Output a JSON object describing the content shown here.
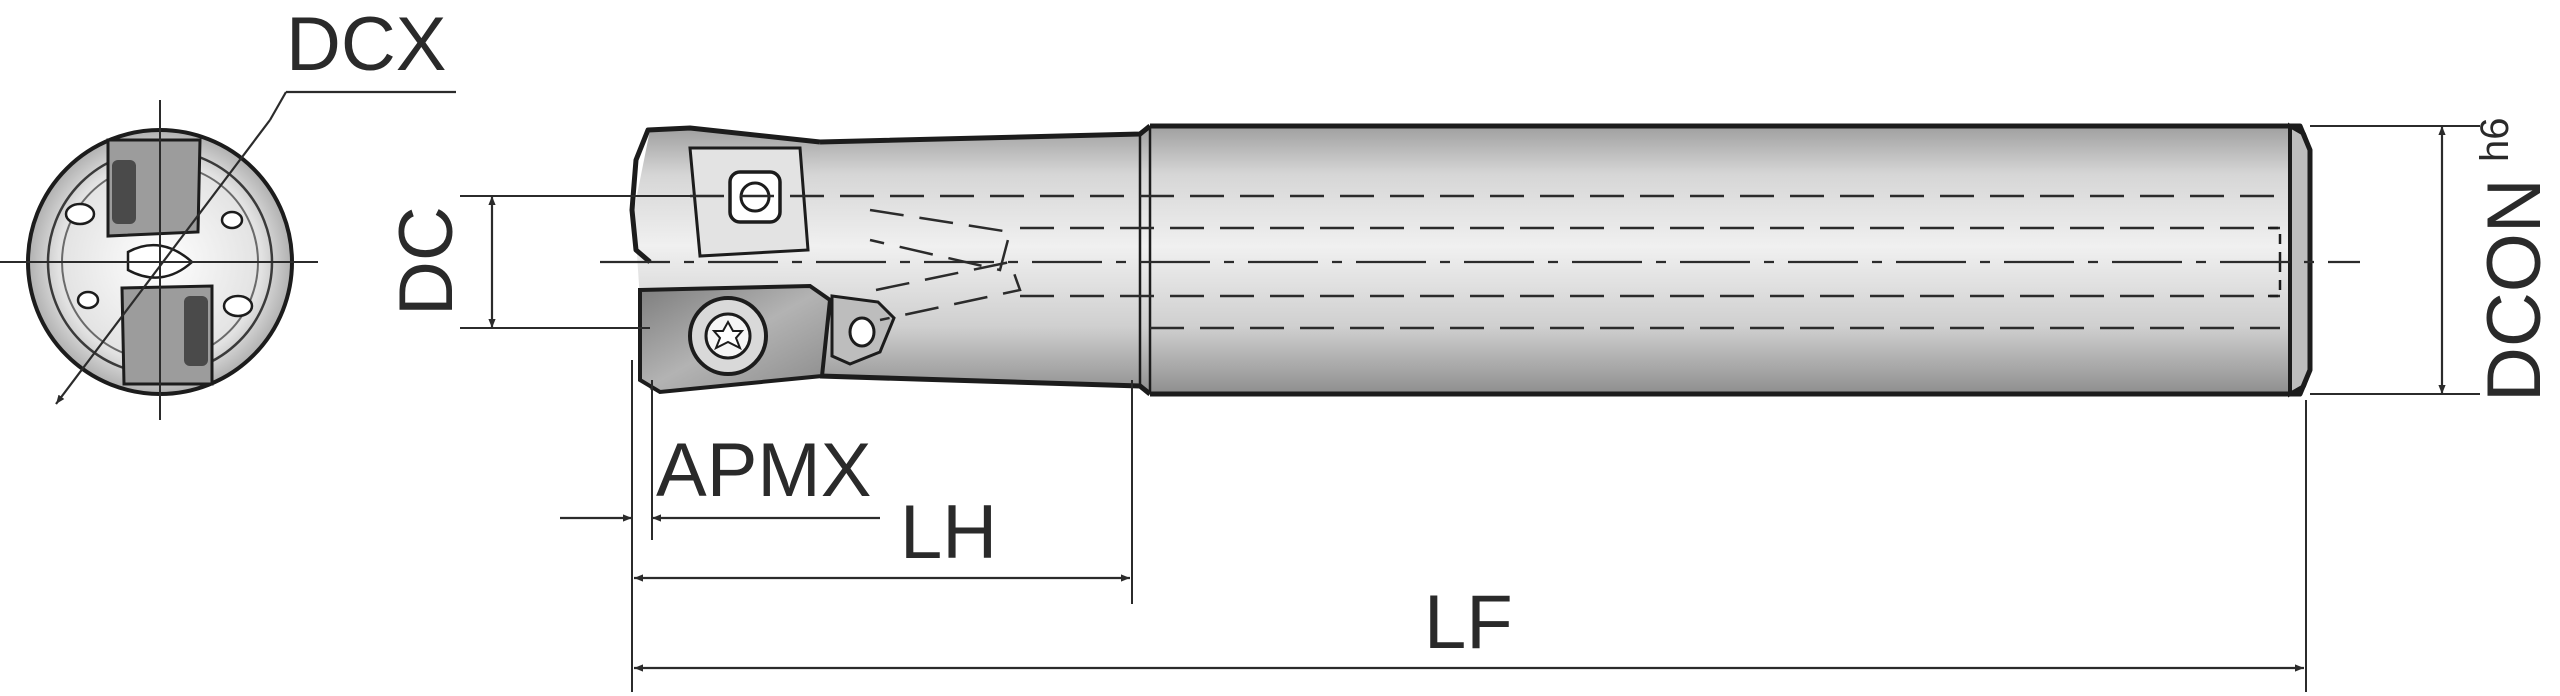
{
  "labels": {
    "dcx": "DCX",
    "dc": "DC",
    "dcon": "DCON",
    "dcon_tolerance": "h6",
    "apmx": "APMX",
    "lh": "LH",
    "lf": "LF"
  },
  "colors": {
    "line": "#1c1c1c",
    "body_shade": "#bdbdbd",
    "insert_shade": "#9a9a9a",
    "background": "#ffffff"
  }
}
